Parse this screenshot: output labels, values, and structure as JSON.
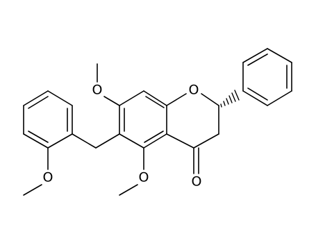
{
  "molecule": {
    "atoms": {
      "ring_oxygen": "O",
      "carbonyl_oxygen": "O",
      "methoxy_oxygen_7": "O",
      "methoxy_oxygen_5": "O",
      "methoxy_oxygen_benzyl": "O"
    },
    "colors": {
      "bond": "#000000",
      "label": "#000000",
      "background": "#ffffff"
    },
    "stereo": {
      "c2_to_phenyl": "hashed-wedge"
    }
  }
}
